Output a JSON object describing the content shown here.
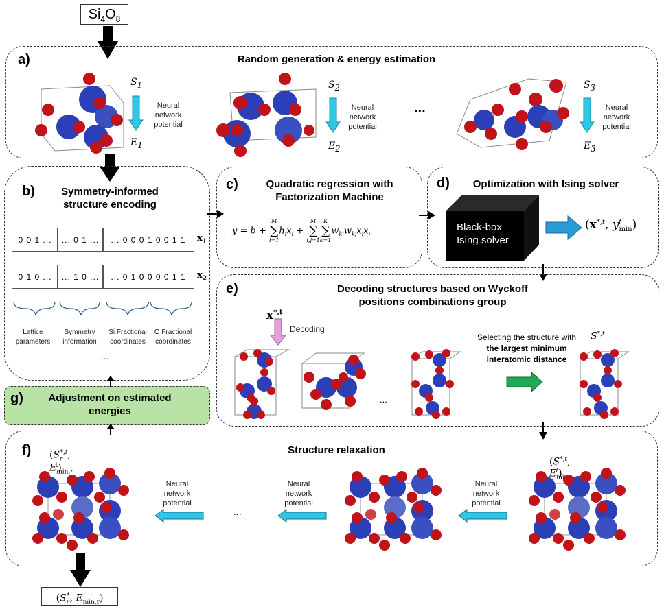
{
  "input_formula": {
    "base": "Si",
    "sub1": "4",
    "mid": "O",
    "sub2": "8"
  },
  "panel_a": {
    "label": "a)",
    "title": "Random generation & energy estimation",
    "structures": [
      {
        "s": "S",
        "s_sub": "1",
        "e": "E",
        "e_sub": "1",
        "arrow_label": [
          "Neural",
          "network",
          "potential"
        ]
      },
      {
        "s": "S",
        "s_sub": "2",
        "e": "E",
        "e_sub": "2",
        "arrow_label": [
          "Neural",
          "network",
          "potential"
        ]
      },
      {
        "s": "S",
        "s_sub": "3",
        "e": "E",
        "e_sub": "3",
        "arrow_label": [
          "Neural",
          "network",
          "potential"
        ]
      }
    ],
    "ellipsis": "..."
  },
  "panel_b": {
    "label": "b)",
    "title_lines": [
      "Symmetry-informed",
      "structure encoding"
    ],
    "vectors": [
      {
        "name": "x",
        "sub": "1",
        "segments": [
          "0 0 1 ...",
          "... 0 1 ...",
          "... 0 0 0 1 0 0 1 1"
        ]
      },
      {
        "name": "x",
        "sub": "2",
        "segments": [
          "0 1 0 ...",
          "... 1 0 ...",
          "... 0 1 0 0 0 0 1 1"
        ]
      }
    ],
    "brace_labels": [
      [
        "Lattice",
        "parameters"
      ],
      [
        "Symmetry",
        "information"
      ],
      [
        "Si Fractional",
        "coordinates"
      ],
      [
        "O Fractional",
        "coordinates"
      ]
    ],
    "ellipsis": "..."
  },
  "panel_c": {
    "label": "c)",
    "title_lines": [
      "Quadratic regression with",
      "Factorization Machine"
    ],
    "equation": "y = b + Σ_{i=1}^{M} h_i x_i + Σ_{i,j=1}^{M} Σ_{k=1}^{K} w_{ki} w_{kj} x_i x_j"
  },
  "panel_d": {
    "label": "d)",
    "title": "Optimization with Ising solver",
    "box_lines": [
      "Black-box",
      "Ising solver"
    ],
    "output": "(x*,t, y_min^t)"
  },
  "panel_e": {
    "label": "e)",
    "title_lines": [
      "Decoding structures based on Wyckoff",
      "positions combinations group"
    ],
    "input_vector": "x*,t",
    "decoding_label": "Decoding",
    "ellipsis": "...",
    "select_lines": [
      "Selecting the structure with",
      "the largest minimum",
      "interatomic distance"
    ],
    "output_structure": "S*,t"
  },
  "panel_f": {
    "label": "f)",
    "title": "Structure relaxation",
    "start_label": "(S*,t, E_min^t)",
    "end_label": "(S_r*,t, E_min,r^t)",
    "arrow_label": [
      "Neural",
      "network",
      "potential"
    ],
    "ellipsis": "..."
  },
  "panel_g": {
    "label": "g)",
    "title_lines": [
      "Adjustment on estimated",
      "energies"
    ]
  },
  "final_output": "(S_r*, E_min,r)",
  "colors": {
    "panel_g_fill": "#b9e3a6",
    "cyan_arrow": "#2ec7e8",
    "blue_arrow": "#2b9bd6",
    "green_arrow": "#1faa55",
    "pink_arrow": "#e5a0dc",
    "si_atom": "#2a3fb8",
    "o_atom": "#c0141a"
  }
}
